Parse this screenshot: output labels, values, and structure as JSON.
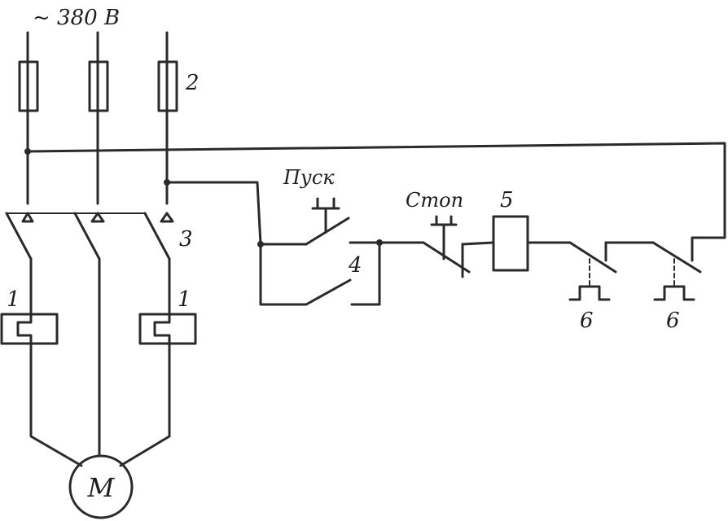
{
  "diagram": {
    "supply_label": "~ 380 В",
    "fuse_label": "2",
    "switch_label": "3",
    "relay_left_label": "1",
    "relay_right_label": "1",
    "start_button_label": "Пуск",
    "hold_contact_label": "4",
    "stop_button_label": "Стоп",
    "coil_label": "5",
    "limit_switch_left_label": "6",
    "limit_switch_right_label": "6",
    "motor_label": "М"
  },
  "colors": {
    "line": "#2a2a2a",
    "background": "#ffffff"
  }
}
